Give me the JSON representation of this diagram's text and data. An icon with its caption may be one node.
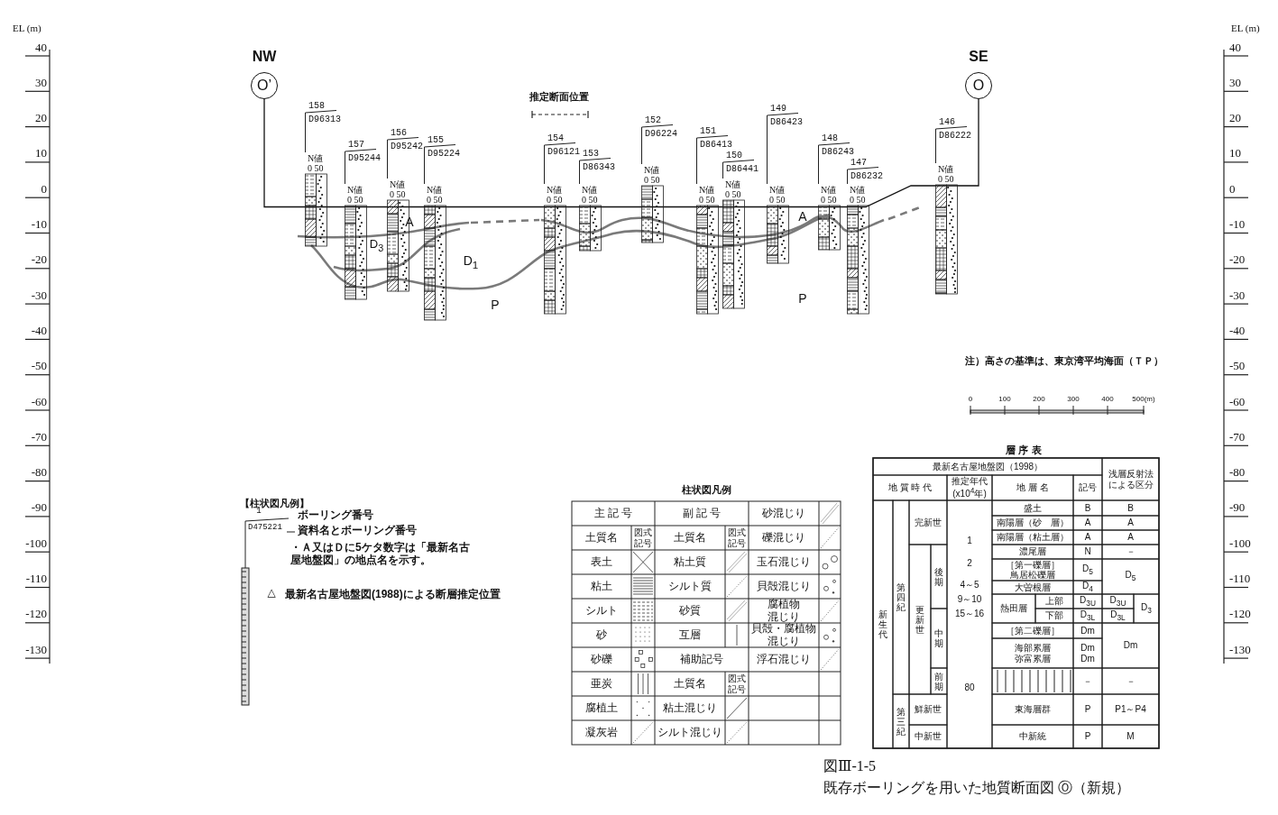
{
  "diagram": {
    "caption": "図Ⅲ-1-5 既存ボーリングを用いた地質断面図 Ⓞ（新規）",
    "nodes": [
      {
        "text": [
          "O’"
        ],
        "beside": [
          "NW"
        ]
      },
      {
        "text": [
          "N値",
          "0 50"
        ],
        "beside": [
          "158",
          "D96313"
        ]
      },
      {
        "text": [
          "N値",
          "0 50"
        ],
        "beside": [
          "157",
          "D95244"
        ]
      },
      {
        "text": [
          "N値",
          "0 50"
        ],
        "beside": [
          "156",
          "D95242"
        ]
      },
      {
        "text": [
          "N値",
          "0 50"
        ],
        "beside": [
          "155",
          "D95224"
        ]
      },
      {
        "text": [
          "N値",
          "0 50"
        ],
        "beside": [
          "154",
          "D96121"
        ]
      },
      {
        "text": [
          "N値",
          "0 50"
        ],
        "beside": [
          "153",
          "D86343"
        ]
      },
      {
        "text": [
          "N値",
          "0 50"
        ],
        "beside": [
          "152",
          "D96224"
        ]
      },
      {
        "text": [
          "N値",
          "0 50"
        ],
        "beside": [
          "151",
          "D86413"
        ]
      },
      {
        "text": [
          "N値",
          "0 50"
        ],
        "beside": [
          "150",
          "D86441"
        ]
      },
      {
        "text": [
          "N値",
          "0 50"
        ],
        "beside": [
          "149",
          "D86423"
        ]
      },
      {
        "text": [
          "N値",
          "0 50"
        ],
        "beside": [
          "148",
          "D86243"
        ]
      },
      {
        "text": [
          "N値",
          "0 50"
        ],
        "beside": [
          "147",
          "D86232"
        ]
      },
      {
        "text": [
          "N値",
          "0 50"
        ],
        "beside": [
          "146",
          "D86222"
        ]
      },
      {
        "text": [
          "O"
        ],
        "beside": [
          "SE"
        ]
      }
    ],
    "labels": [
      "EL (m)",
      "40",
      "30",
      "20",
      "10",
      "0",
      "-10",
      "-20",
      "-30",
      "-40",
      "-50",
      "-60",
      "-70",
      "-80",
      "-90",
      "-100",
      "-110",
      "-120",
      "-130",
      "EL (m)",
      "40",
      "30",
      "20",
      "10",
      "0",
      "-10",
      "-20",
      "-30",
      "-40",
      "-50",
      "-60",
      "-70",
      "-80",
      "-90",
      "-100",
      "-110",
      "-120",
      "-130",
      "推定断面位置",
      "A",
      "D$_{3}$",
      "D$_{1}$",
      "P",
      "A",
      "P",
      "注）高さの基準は、東京湾平均海面（ＴＰ）",
      "0",
      "100",
      "200",
      "300",
      "400",
      "500(m)",
      "【柱状図凡例】",
      "1",
      "D475221",
      "ボーリング番号",
      "資料名とボーリング番号",
      "・Ａ又はＤに5ケタ数字は「最新名古屋地盤図」の地点名を示す。",
      "△",
      "最新名古屋地盤図(1988)による断層推定位置",
      "柱状図凡例",
      "主 記 号",
      "副 記 号",
      "砂混じり",
      "土質名",
      "図式記号",
      "土質名",
      "図式記号",
      "礫混じり",
      "表土",
      "粘土質",
      "玉石混じり",
      "粘土",
      "シルト質",
      "貝殻混じり",
      "シルト",
      "砂質",
      "腐植物混じり",
      "砂",
      "互層",
      "貝殻・腐植物混じり",
      "砂礫",
      "補助記号",
      "浮石混じり",
      "亜炭",
      "土質名",
      "図式記号",
      "腐植土",
      "粘土混じり",
      "凝灰岩",
      "シルト混じり",
      "層 序 表",
      "最新名古屋地盤図（1998）",
      "浅層反射法による区分",
      "地 質 時 代",
      "推定年代(x10$^{4}$年)",
      "地 層 名",
      "記号",
      "新生代",
      "第四紀",
      "完新世",
      "盛土",
      "B",
      "B",
      "南陽層（砂　層）",
      "A",
      "A",
      "1",
      "南陽層（粘土層）",
      "A",
      "A",
      "更新世",
      "後期",
      "濃尾層",
      "N",
      "－",
      "2",
      "［第一礫層］鳥居松礫層",
      "D$_{5}$",
      "D$_{5}$",
      "4～5",
      "大曽根層",
      "D$_{4}$",
      "9～10",
      "15～16",
      "熱田層",
      "上部",
      "D$_{3U}$",
      "D$_{3U}$",
      "D$_{3}$",
      "下部",
      "D$_{3L}$",
      "D$_{3L}$",
      "中期",
      "［第二礫層］",
      "Dm",
      "Dm",
      "海部累層弥富累層",
      "Dm Dm",
      "前期",
      "－",
      "－",
      "80",
      "第三紀",
      "鮮新世",
      "東海層群",
      "P",
      "P1～P4",
      "中新世",
      "中新統",
      "P",
      "M"
    ]
  }
}
